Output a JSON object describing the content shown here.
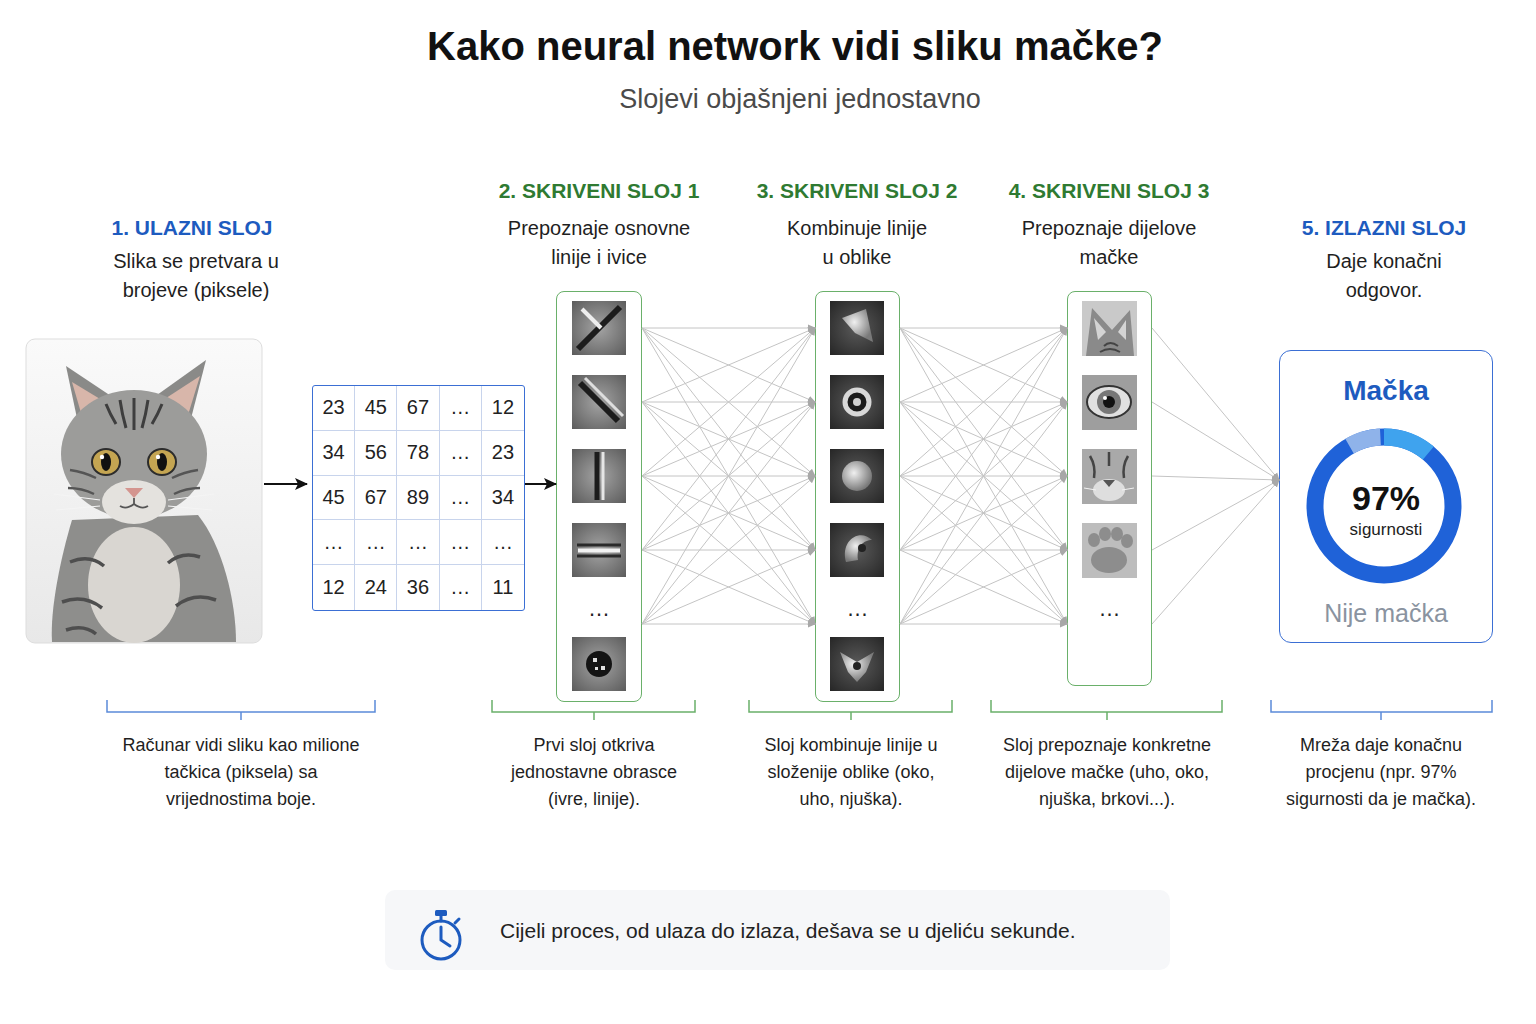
{
  "diagram": {
    "title": "Kako neural network vidi sliku mačke?",
    "caption": "Cijeli proces, od ulaza do izlaza, dešava se u djeliću sekunde.",
    "nodes": [
      {
        "text": [
          "23",
          "45",
          "67",
          "…",
          "12",
          "34",
          "56",
          "78",
          "…",
          "23",
          "45",
          "67",
          "89",
          "…",
          "34",
          "…",
          "…",
          "…",
          "…",
          "…",
          "12",
          "24",
          "36",
          "…",
          "11"
        ]
      },
      {
        "text": [
          "…"
        ]
      },
      {
        "text": [
          "…"
        ]
      },
      {
        "text": [
          "…"
        ]
      },
      {
        "text": [
          "Mačka",
          "97%",
          "sigurnosti",
          "Nije mačka"
        ]
      }
    ],
    "edges": [
      {
        "from": 0,
        "to": 1,
        "arrow": "to"
      },
      {
        "from": 1,
        "to": 2,
        "arrow": "to"
      },
      {
        "from": 2,
        "to": 3,
        "arrow": "to"
      },
      {
        "from": 3,
        "to": 4,
        "arrow": "to"
      }
    ],
    "labels": [
      "Slojevi objašnjeni jednostavno",
      "1. ULAZNI SLOJ",
      "Slika se pretvara u brojeve (piksele)",
      "2. SKRIVENI SLOJ 1",
      "Prepoznaje osnovne linije i ivice",
      "3. SKRIVENI SLOJ 2",
      "Kombinuje linije u oblike",
      "4. SKRIVENI SLOJ 3",
      "Prepoznaje dijelove mačke",
      "5. IZLAZNI SLOJ",
      "Daje konačni odgovor.",
      "Računar vidi sliku kao milione tačkica (piksela) sa vrijednostima boje.",
      "Prvi sloj otkriva jednostavne obrasce (ivre, linije).",
      "Sloj kombinuje linije u složenije oblike (oko, uho, njuška).",
      "Sloj prepoznaje konkretne dijelove mačke (uho, oko, njuška, brkovi...).",
      "Mreža daje konačnu procjenu (npr. 97% sigurnosti da je mačka)."
    ]
  }
}
